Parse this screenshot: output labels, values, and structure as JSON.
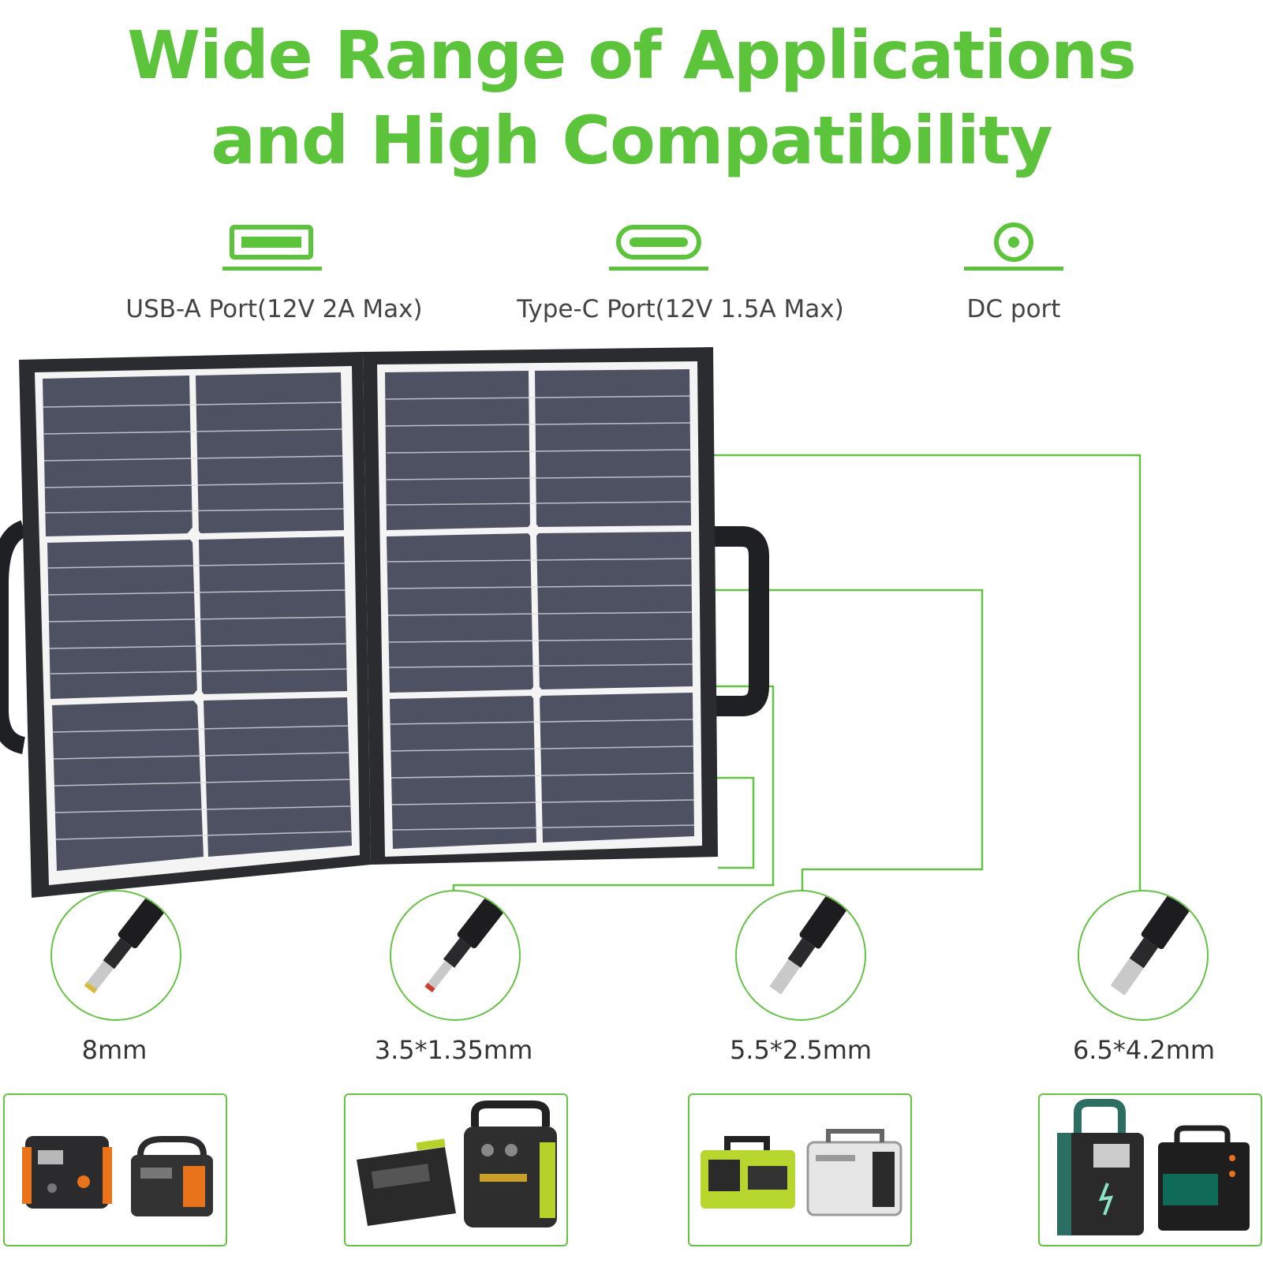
{
  "title": {
    "line1": "Wide Range of Applications",
    "line2": "and High Compatibility"
  },
  "ports": [
    {
      "label": "USB-A Port(12V 2A Max)",
      "icon": "usb-a-port-icon"
    },
    {
      "label": "Type-C Port(12V 1.5A Max)",
      "icon": "usb-c-port-icon"
    },
    {
      "label": "DC port",
      "icon": "dc-port-icon"
    }
  ],
  "connectors": [
    {
      "label": "8mm"
    },
    {
      "label": "3.5*1.35mm"
    },
    {
      "label": "5.5*2.5mm"
    },
    {
      "label": "6.5*4.2mm"
    }
  ],
  "colors": {
    "accent": "#5cc43a",
    "panel_frame": "#2b2c30",
    "solar_cell": "#4d5162"
  }
}
